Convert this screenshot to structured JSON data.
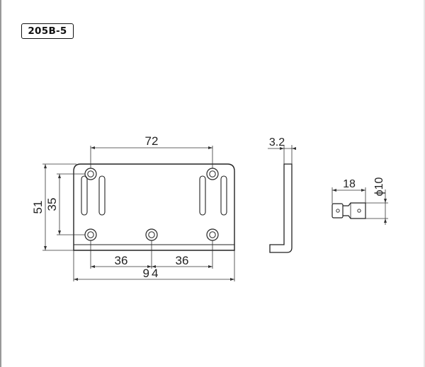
{
  "part_code": "205B-5",
  "front_view": {
    "width_total": "94",
    "hole_spacing_top": "72",
    "hole_spacing_left": "36",
    "hole_spacing_right": "36",
    "height_total": "51",
    "hole_spacing_vertical": "35"
  },
  "side_view": {
    "thickness": "3.2"
  },
  "pin_detail": {
    "length": "18",
    "diameter": "ϕ10"
  }
}
